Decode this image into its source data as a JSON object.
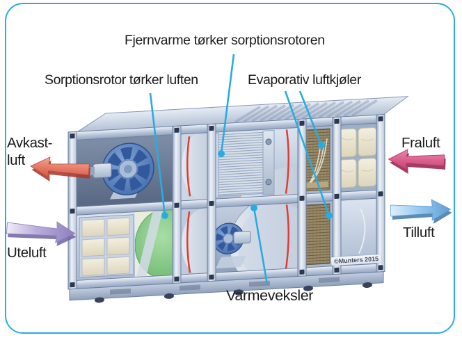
{
  "diagram": {
    "border_color": "#29abe2",
    "leader_line_color": "#29abe2",
    "background_color": "#ffffff",
    "title_label": "Fjernvarme tørker sorptionsrotoren",
    "component_labels": {
      "sorption_rotor": "Sorptionsrotor tørker luften",
      "evaporative_cooler": "Evaporativ luftkjøler",
      "heat_exchanger": "Varmeveksler"
    },
    "air_stream_labels": {
      "exhaust_air_line1": "Avkast-",
      "exhaust_air_line2": "luft",
      "extract_air": "Fraluft",
      "outdoor_air": "Uteluft",
      "supply_air": "Tilluft"
    },
    "arrows": {
      "exhaust": {
        "label": "Avkast-luft",
        "direction": "left",
        "color": "#d4503f"
      },
      "extract": {
        "label": "Fraluft",
        "direction": "left",
        "color": "#c63a6d"
      },
      "outdoor": {
        "label": "Uteluft",
        "direction": "right",
        "color": "#8d7fbd"
      },
      "supply": {
        "label": "Tilluft",
        "direction": "right",
        "color": "#5d9fd6"
      }
    },
    "watermark": "©Munters 2015"
  }
}
